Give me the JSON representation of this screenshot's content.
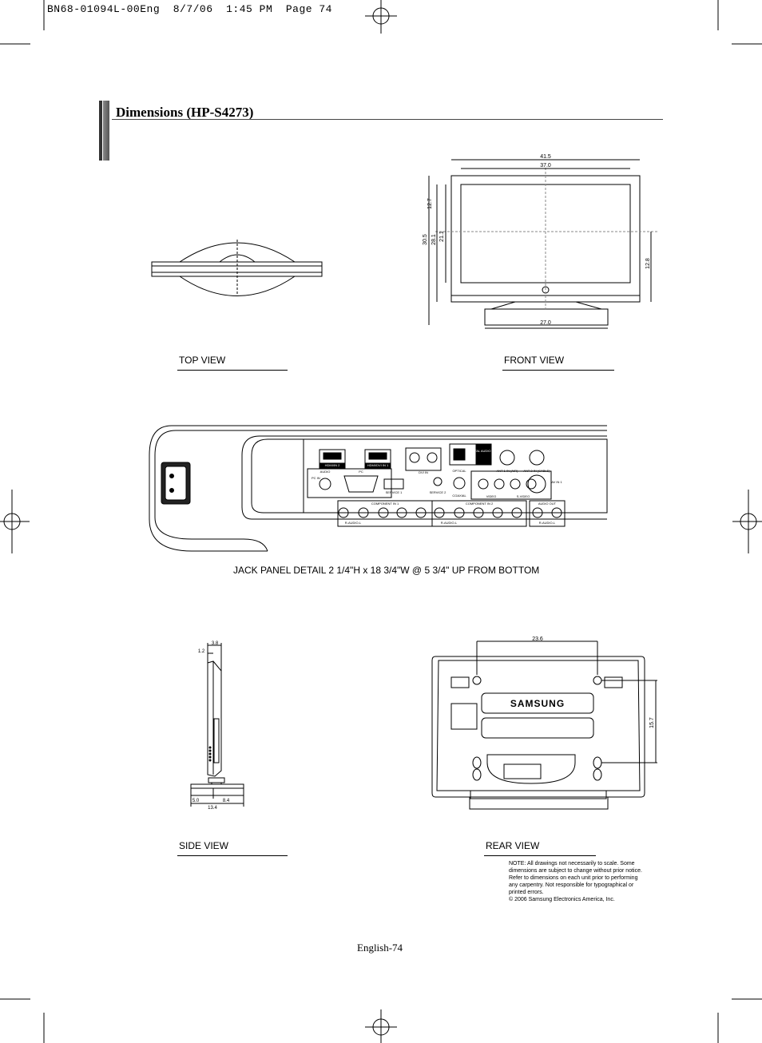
{
  "header": {
    "print_line": "BN68-01094L-00Eng  8/7/06  1:45 PM  Page 74"
  },
  "section": {
    "title": "Dimensions (HP-S4273)"
  },
  "views": {
    "top": "TOP VIEW",
    "front": "FRONT VIEW",
    "side": "SIDE VIEW",
    "rear": "REAR VIEW"
  },
  "front_dims": {
    "overall_width": "41.5",
    "screen_width": "37.0",
    "stand_width": "27.0",
    "overall_height": "30.5",
    "height_no_stand": "28.1",
    "screen_height": "21.1",
    "top_offset": "12.7",
    "right_height": "12.8"
  },
  "jack_panel": {
    "caption": "JACK PANEL DETAIL 2 1/4\"H x 18 3/4\"W @ 5 3/4\" UP FROM BOTTOM",
    "labels": {
      "hdmi2": "HDMI/IN 2",
      "hdmi1": "HDMI/DVI IN 1",
      "dvi_in": "DVI IN",
      "digital_audio_out": "DIGITAL AUDIO OUT",
      "audio": "AUDIO",
      "pc": "PC",
      "pc_in": "PC IN",
      "service1": "SERVICE 1",
      "service2": "SERVICE 2",
      "optical": "OPTICAL",
      "coaxial": "COAXIAL",
      "ant_air": "ANT 1 IN (AIR)",
      "ant_cable": "ANT 2 IN (CABLE)",
      "av_in": "AV IN 1",
      "video": "VIDEO",
      "svideo": "S-VIDEO",
      "component1": "COMPONENT IN 1",
      "component2": "COMPONENT IN 2",
      "audio_out": "AUDIO OUT",
      "audio_lr": "R-AUDIO-L"
    }
  },
  "side_dims": {
    "top_a": "3.8",
    "top_b": "1.2",
    "bottom_a": "5.0",
    "bottom_b": "8.4",
    "bottom_total": "13.4"
  },
  "rear_dims": {
    "vesa_width": "23.6",
    "vesa_height": "15.7",
    "brand": "SAMSUNG"
  },
  "note": {
    "lines": [
      "NOTE: All drawings not necessarily to scale. Some",
      "dimensions are subject to change without prior notice.",
      "Refer to dimensions on each unit prior to performing",
      "any carpentry. Not responsible for typographical or",
      "printed errors.",
      "© 2006 Samsung Electronics America, Inc."
    ]
  },
  "footer": {
    "page_label": "English-74"
  }
}
